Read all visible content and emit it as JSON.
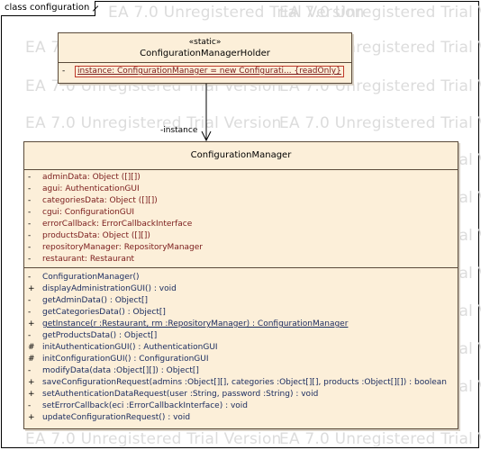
{
  "frame": {
    "title": "class configuration"
  },
  "watermark": {
    "text": "EA 7.0 Unregistered Trial Version"
  },
  "holder_class": {
    "stereotype": "«static»",
    "name": "ConfigurationManagerHolder",
    "attributes": [
      {
        "vis": "-",
        "text": "instance:  ConfigurationManager = new Configurati... {readOnly}"
      }
    ]
  },
  "association": {
    "role": "-instance"
  },
  "manager_class": {
    "name": "ConfigurationManager",
    "attributes": [
      {
        "vis": "-",
        "text": "adminData:  Object ([][])"
      },
      {
        "vis": "-",
        "text": "agui:  AuthenticationGUI"
      },
      {
        "vis": "-",
        "text": "categoriesData:  Object ([][])"
      },
      {
        "vis": "-",
        "text": "cgui:  ConfigurationGUI"
      },
      {
        "vis": "-",
        "text": "errorCallback:  ErrorCallbackInterface"
      },
      {
        "vis": "-",
        "text": "productsData:  Object ([][])"
      },
      {
        "vis": "-",
        "text": "repositoryManager:  RepositoryManager"
      },
      {
        "vis": "-",
        "text": "restaurant:  Restaurant"
      }
    ],
    "operations": [
      {
        "vis": "-",
        "text": "ConfigurationManager()"
      },
      {
        "vis": "+",
        "text": "displayAdministrationGUI() : void"
      },
      {
        "vis": "-",
        "text": "getAdminData() : Object[]"
      },
      {
        "vis": "-",
        "text": "getCategoriesData() : Object[]"
      },
      {
        "vis": "+",
        "text": "getInstance(r :Restaurant, rm :RepositoryManager) : ConfigurationManager"
      },
      {
        "vis": "-",
        "text": "getProductsData() : Object[]"
      },
      {
        "vis": "#",
        "text": "initAuthenticationGUI() : AuthenticationGUI"
      },
      {
        "vis": "#",
        "text": "initConfigurationGUI() : ConfigurationGUI"
      },
      {
        "vis": "-",
        "text": "modifyData(data :Object[][]) : Object[]"
      },
      {
        "vis": "+",
        "text": "saveConfigurationRequest(admins :Object[][], categories :Object[][], products :Object[][]) : boolean"
      },
      {
        "vis": "+",
        "text": "setAuthenticationDataRequest(user :String, password :String) : void"
      },
      {
        "vis": "-",
        "text": "setErrorCallback(eci :ErrorCallbackInterface) : void"
      },
      {
        "vis": "+",
        "text": "updateConfigurationRequest() : void"
      }
    ]
  }
}
